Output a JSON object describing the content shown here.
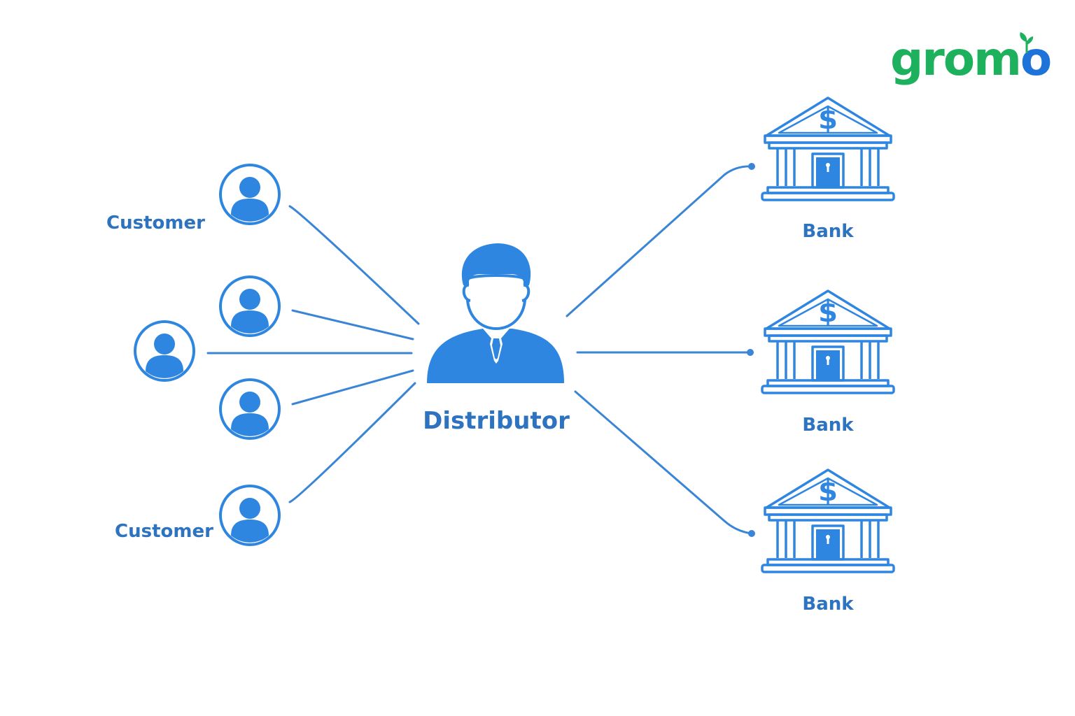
{
  "logo": {
    "text": "gromo",
    "color_left": "#1eb15d",
    "color_right": "#1e73d8"
  },
  "colors": {
    "primary": "#2f86e0",
    "line": "#3a85d6",
    "label": "#2d73c0"
  },
  "distributor": {
    "label": "Distributor",
    "icon": "businessman-icon"
  },
  "customers": [
    {
      "label": "Customer",
      "icon": "user-circle-icon"
    },
    {
      "label": "",
      "icon": "user-circle-icon"
    },
    {
      "label": "",
      "icon": "user-circle-icon"
    },
    {
      "label": "",
      "icon": "user-circle-icon"
    },
    {
      "label": "Customer",
      "icon": "user-circle-icon"
    }
  ],
  "banks": [
    {
      "label": "Bank",
      "icon": "bank-dollar-icon"
    },
    {
      "label": "Bank",
      "icon": "bank-dollar-icon"
    },
    {
      "label": "Bank",
      "icon": "bank-dollar-icon"
    }
  ]
}
